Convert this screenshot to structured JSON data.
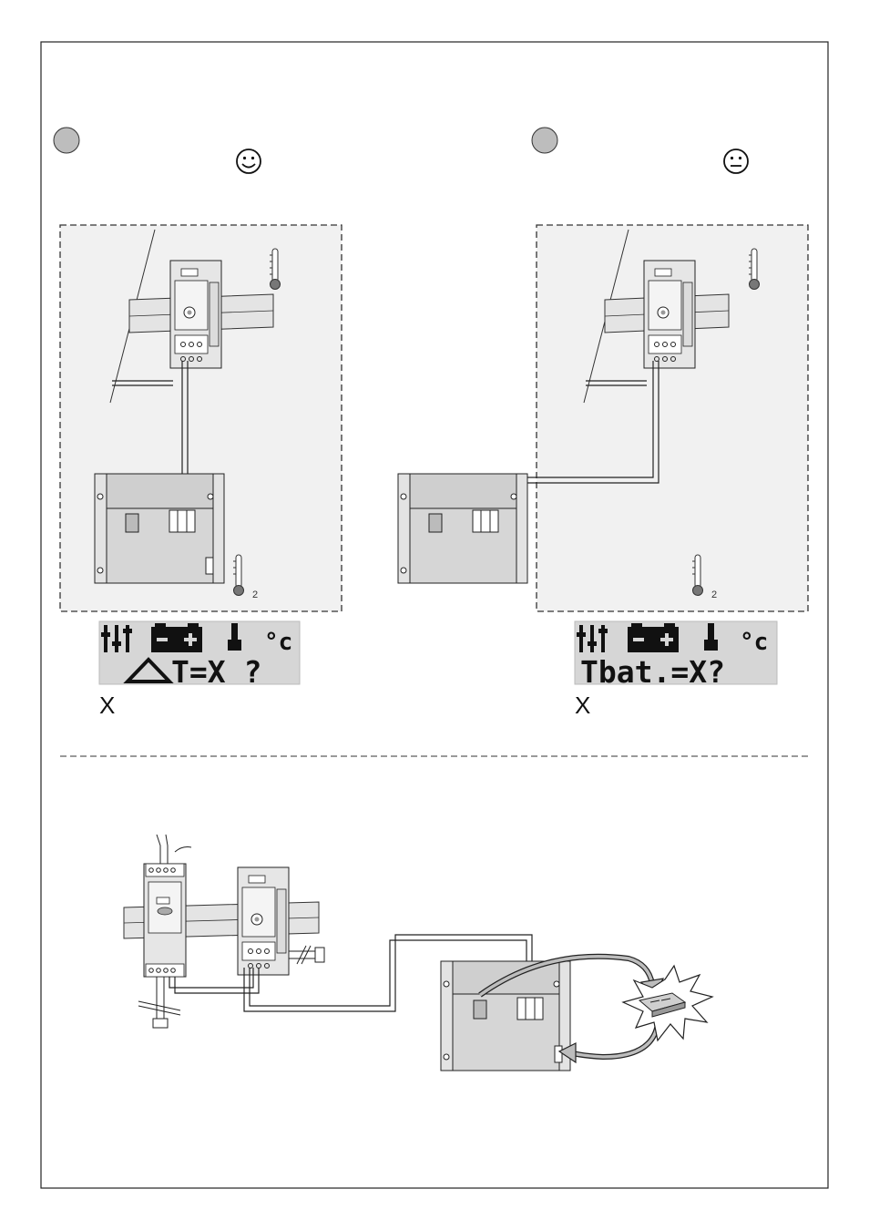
{
  "panels": [
    {
      "id": "left",
      "face": "smiley-happy",
      "lcd": {
        "symbols": "battery-thermometer-celsius",
        "line2": "T=X ?",
        "has_delta": true
      },
      "value_marker": "X"
    },
    {
      "id": "right",
      "face": "smiley-neutral",
      "lcd": {
        "symbols": "battery-thermometer-celsius",
        "line2": "Tbat.=X?",
        "has_delta": false
      },
      "value_marker": "X"
    }
  ],
  "labels": {
    "celsius": "°c",
    "sensor_mark_left": "2",
    "sensor_mark_right": "2"
  },
  "colors": {
    "panel_fill": "#f1f1f1",
    "lcd_fill": "#d6d6d6",
    "ink": "#1a1a1a",
    "device_fill": "#e6e6e6",
    "enclosure_fill": "#d9d9d9"
  }
}
